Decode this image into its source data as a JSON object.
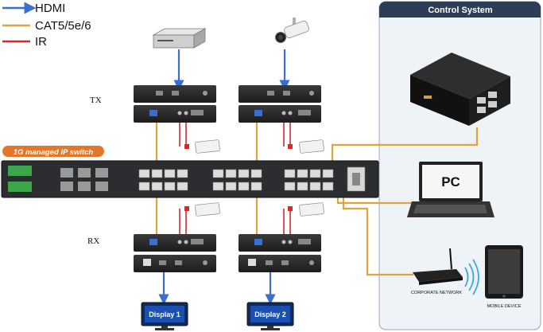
{
  "legend": [
    {
      "label": "HDMI",
      "color": "#3a6fd0"
    },
    {
      "label": "CAT5/5e/6",
      "color": "#e0a43a"
    },
    {
      "label": "IR",
      "color": "#d8282a"
    }
  ],
  "control_system": {
    "title": "Control System"
  },
  "switch": {
    "label": "1G managed IP switch"
  },
  "tx_label": "TX",
  "rx_label": "RX",
  "pc_label": "PC",
  "corporate_network_label": "CORPORATE NETWORK",
  "mobile_device_label": "MOBILE DEVICE",
  "displays": [
    {
      "label": "Display 1"
    },
    {
      "label": "Display 2"
    }
  ],
  "colors": {
    "hdmi": "#3a6fd0",
    "cat": "#e0a43a",
    "ir": "#d8282a",
    "switch_label_bg": "#e2772c",
    "control_panel_bg": "#eef3f8",
    "control_title_bg": "#2c3e57"
  }
}
